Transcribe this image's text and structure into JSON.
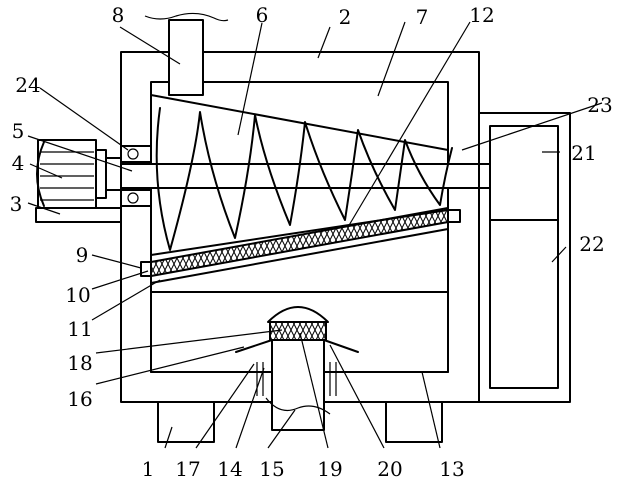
{
  "labels": [
    "1",
    "2",
    "3",
    "4",
    "5",
    "6",
    "7",
    "8",
    "9",
    "10",
    "11",
    "12",
    "13",
    "14",
    "15",
    "16",
    "17",
    "18",
    "19",
    "20",
    "21",
    "22",
    "23",
    "24"
  ]
}
